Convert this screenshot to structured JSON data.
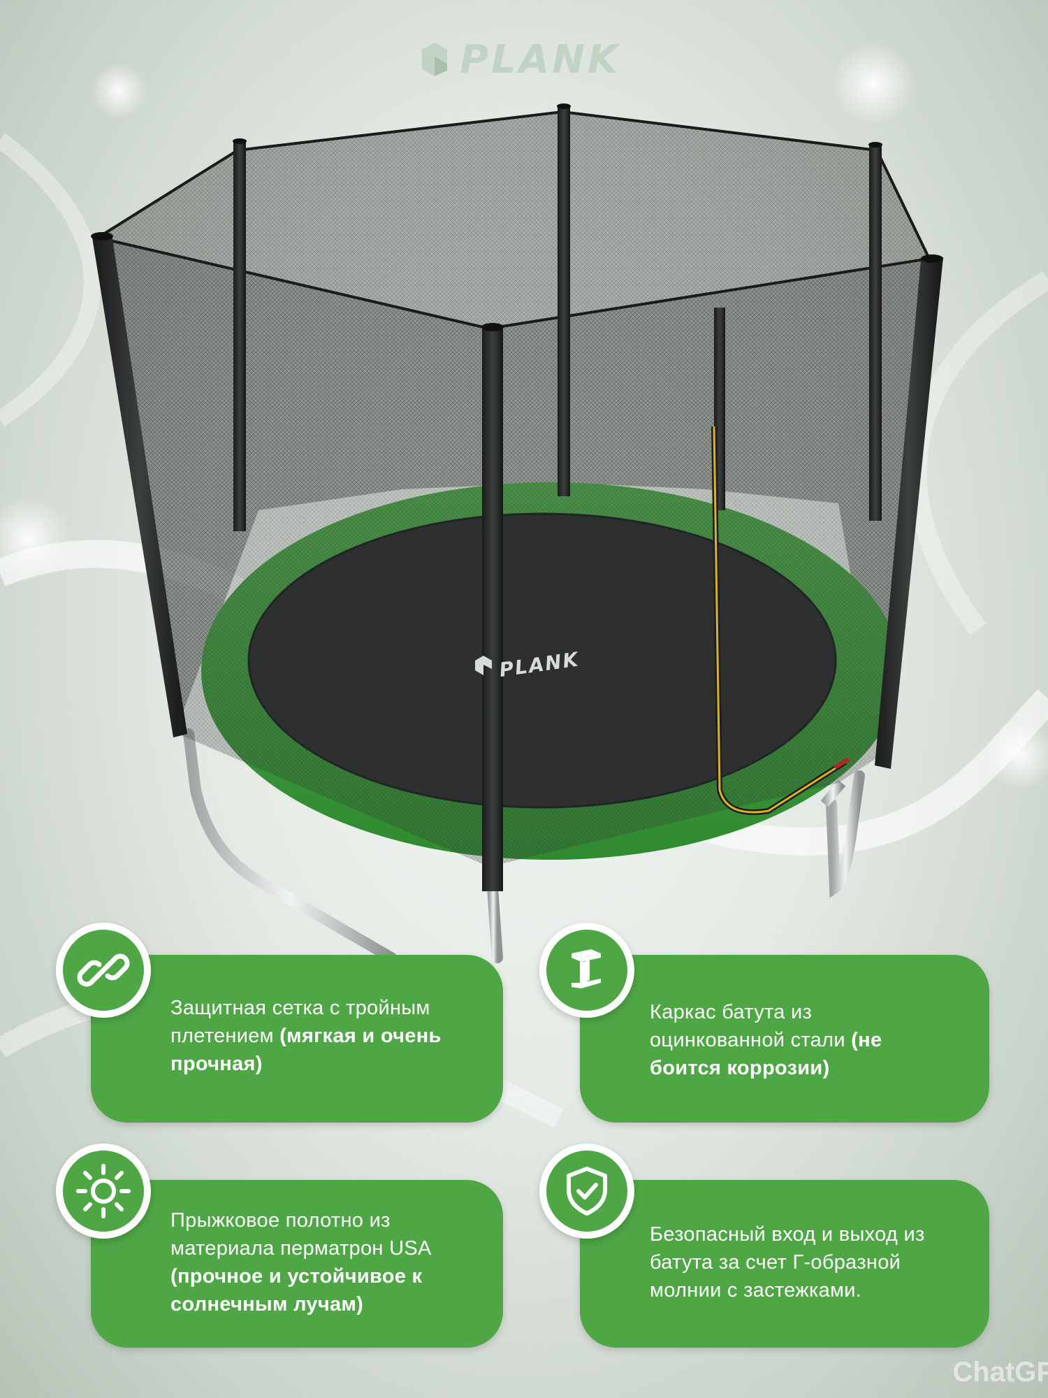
{
  "brand": {
    "logo_text": "PLANK",
    "mat_logo_text": "PLANK"
  },
  "colors": {
    "accent_green": "#4ea645",
    "pad_green": "#3f9a3a",
    "net": "#2b2f2e",
    "mat": "#2a2c2c"
  },
  "features": [
    {
      "icon": "chain-link-icon",
      "text_regular": "Защитная сетка с тройным плетением ",
      "text_bold": "(мягкая и очень прочная)"
    },
    {
      "icon": "steel-beam-icon",
      "text_regular": "Каркас батута из оцинкованной стали ",
      "text_bold": "(не боится коррозии)"
    },
    {
      "icon": "sun-icon",
      "text_regular": "Прыжковое полотно из материала перматрон USA ",
      "text_bold": "(прочное и устойчивое к солнечным лучам)"
    },
    {
      "icon": "shield-check-icon",
      "text_regular": "Безопасный вход и выход из батута за счет Г-образной молнии с застежками.",
      "text_bold": ""
    }
  ],
  "watermark": "ChatGP"
}
